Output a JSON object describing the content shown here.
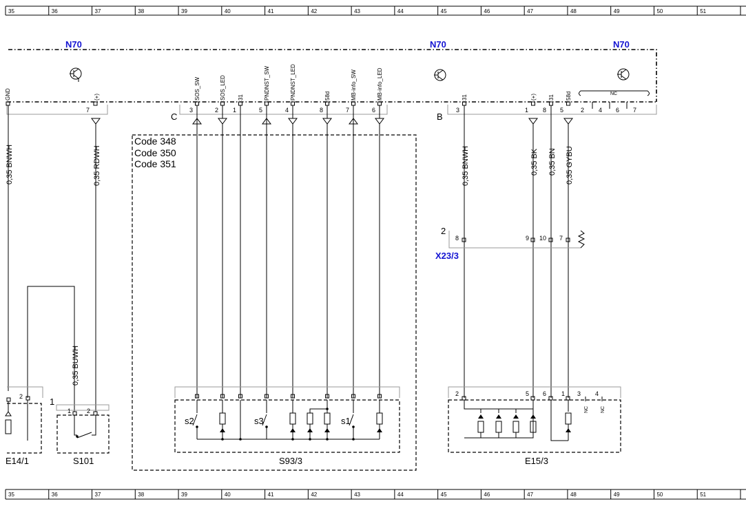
{
  "grid": {
    "columns": [
      "35",
      "36",
      "37",
      "38",
      "39",
      "40",
      "41",
      "42",
      "43",
      "44",
      "45",
      "46",
      "47",
      "48",
      "49",
      "50",
      "51"
    ]
  },
  "modules": {
    "n70_labels": [
      "N70",
      "N70",
      "N70"
    ]
  },
  "connectors": {
    "gnd_pin_label": "GND",
    "left_plus_label": "(+)",
    "left_pin_7": "7",
    "c_label": "C",
    "b_label": "B",
    "c_pins": [
      {
        "num": "3",
        "sig": "SOS_SW"
      },
      {
        "num": "2",
        "sig": "SOS_LED"
      },
      {
        "num": "1",
        "sig": "31"
      },
      {
        "num": "5",
        "sig": "PNDNST_SW"
      },
      {
        "num": "4",
        "sig": "PNDNST_LED"
      },
      {
        "num": "8",
        "sig": "58d"
      },
      {
        "num": "7",
        "sig": "MB-info_SW"
      },
      {
        "num": "6",
        "sig": "MB-info_LED"
      }
    ],
    "b_pins": [
      {
        "num": "3",
        "sig": "31"
      },
      {
        "num": "1",
        "sig": "(+)"
      },
      {
        "num": "8",
        "sig": "31"
      },
      {
        "num": "5",
        "sig": "58d"
      }
    ],
    "b_nc_label": "NC",
    "b_nc_pins": [
      "2",
      "4",
      "6",
      "7"
    ]
  },
  "wires": {
    "left_gnd": "0,35 BNWH",
    "left_plus": "0,35 RDWH",
    "s101_wire": "0,35 BUWH",
    "b3": "0,35 BNWH",
    "b1": "0,35 BK",
    "b8": "0,35 BN",
    "b5": "0,35 GYBU"
  },
  "codes": [
    "Code 348",
    "Code 350",
    "Code 351"
  ],
  "x23": {
    "label": "X23/3",
    "conn_num": "2",
    "pins": [
      "8",
      "9",
      "10",
      "7"
    ]
  },
  "components": {
    "e14": {
      "label": "E14/1",
      "pin": "2"
    },
    "s101": {
      "label": "S101",
      "conn_num": "1",
      "pins": [
        "1",
        "2"
      ]
    },
    "s93": {
      "label": "S93/3",
      "switches": [
        "s2",
        "s3",
        "s1"
      ]
    },
    "e15": {
      "label": "E15/3",
      "pins": [
        "2",
        "5",
        "6",
        "1",
        "3",
        "4"
      ],
      "nc": [
        "NC",
        "NC"
      ]
    }
  }
}
